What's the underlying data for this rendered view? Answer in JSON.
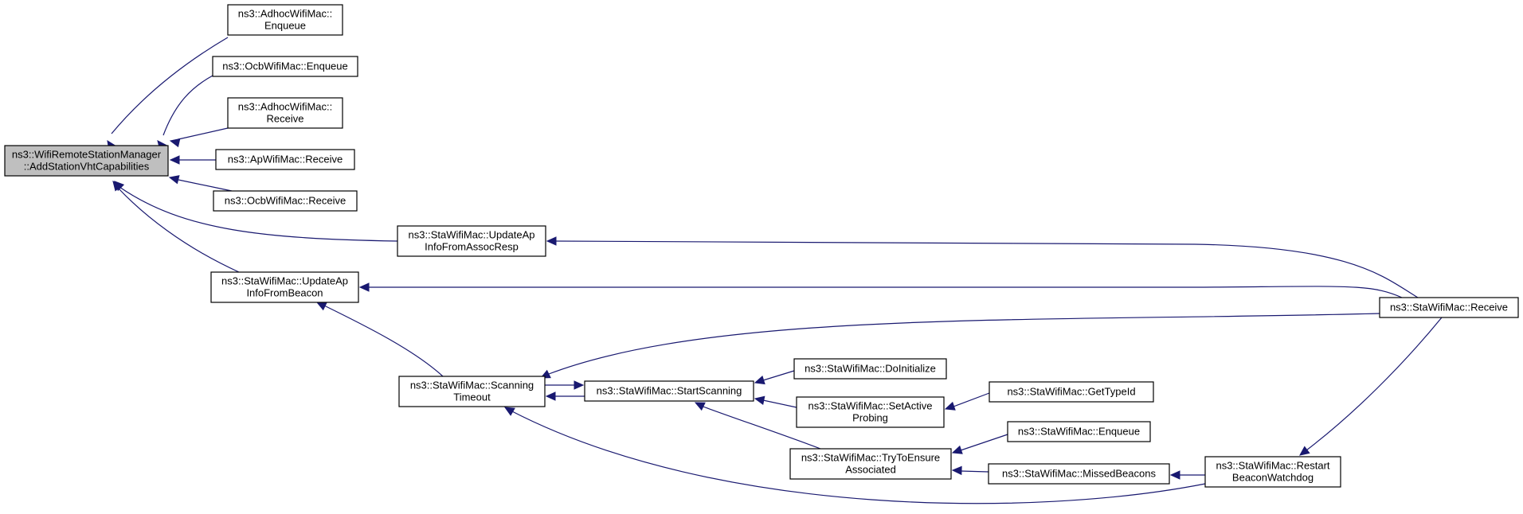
{
  "diagram": {
    "colors": {
      "edge": "#191970",
      "root_fill": "#bfbfbf",
      "node_fill": "#ffffff",
      "border": "#000000"
    },
    "nodes": [
      {
        "id": "root",
        "lines": [
          "ns3::WifiRemoteStationManager",
          "::AddStationVhtCapabilities"
        ],
        "highlighted": true
      },
      {
        "id": "adhoc_enqueue",
        "lines": [
          "ns3::AdhocWifiMac::",
          "Enqueue"
        ]
      },
      {
        "id": "ocb_enqueue",
        "lines": [
          "ns3::OcbWifiMac::Enqueue"
        ]
      },
      {
        "id": "adhoc_receive",
        "lines": [
          "ns3::AdhocWifiMac::",
          "Receive"
        ]
      },
      {
        "id": "ap_receive",
        "lines": [
          "ns3::ApWifiMac::Receive"
        ]
      },
      {
        "id": "ocb_receive",
        "lines": [
          "ns3::OcbWifiMac::Receive"
        ]
      },
      {
        "id": "sta_update_assoc",
        "lines": [
          "ns3::StaWifiMac::UpdateAp",
          "InfoFromAssocResp"
        ]
      },
      {
        "id": "sta_update_beacon",
        "lines": [
          "ns3::StaWifiMac::UpdateAp",
          "InfoFromBeacon"
        ]
      },
      {
        "id": "sta_receive",
        "lines": [
          "ns3::StaWifiMac::Receive"
        ]
      },
      {
        "id": "sta_scan_timeout",
        "lines": [
          "ns3::StaWifiMac::Scanning",
          "Timeout"
        ]
      },
      {
        "id": "sta_start_scanning",
        "lines": [
          "ns3::StaWifiMac::StartScanning"
        ]
      },
      {
        "id": "sta_doinitialize",
        "lines": [
          "ns3::StaWifiMac::DoInitialize"
        ]
      },
      {
        "id": "sta_set_active_probing",
        "lines": [
          "ns3::StaWifiMac::SetActive",
          "Probing"
        ]
      },
      {
        "id": "sta_gettypeid",
        "lines": [
          "ns3::StaWifiMac::GetTypeId"
        ]
      },
      {
        "id": "sta_try_ensure",
        "lines": [
          "ns3::StaWifiMac::TryToEnsure",
          "Associated"
        ]
      },
      {
        "id": "sta_enqueue",
        "lines": [
          "ns3::StaWifiMac::Enqueue"
        ]
      },
      {
        "id": "sta_missed_beacons",
        "lines": [
          "ns3::StaWifiMac::MissedBeacons"
        ]
      },
      {
        "id": "sta_restart_watchdog",
        "lines": [
          "ns3::StaWifiMac::Restart",
          "BeaconWatchdog"
        ]
      }
    ],
    "edges": [
      {
        "from": "adhoc_enqueue",
        "to": "root"
      },
      {
        "from": "ocb_enqueue",
        "to": "root"
      },
      {
        "from": "adhoc_receive",
        "to": "root"
      },
      {
        "from": "ap_receive",
        "to": "root"
      },
      {
        "from": "ocb_receive",
        "to": "root"
      },
      {
        "from": "sta_update_assoc",
        "to": "root"
      },
      {
        "from": "sta_update_beacon",
        "to": "root"
      },
      {
        "from": "sta_receive",
        "to": "sta_update_assoc"
      },
      {
        "from": "sta_receive",
        "to": "sta_update_beacon"
      },
      {
        "from": "sta_scan_timeout",
        "to": "sta_update_beacon"
      },
      {
        "from": "sta_receive",
        "to": "sta_scan_timeout"
      },
      {
        "from": "sta_start_scanning",
        "to": "sta_scan_timeout"
      },
      {
        "from": "sta_scan_timeout",
        "to": "sta_start_scanning"
      },
      {
        "from": "sta_doinitialize",
        "to": "sta_start_scanning"
      },
      {
        "from": "sta_set_active_probing",
        "to": "sta_start_scanning"
      },
      {
        "from": "sta_try_ensure",
        "to": "sta_start_scanning"
      },
      {
        "from": "sta_gettypeid",
        "to": "sta_set_active_probing"
      },
      {
        "from": "sta_enqueue",
        "to": "sta_try_ensure"
      },
      {
        "from": "sta_missed_beacons",
        "to": "sta_try_ensure"
      },
      {
        "from": "sta_restart_watchdog",
        "to": "sta_missed_beacons"
      },
      {
        "from": "sta_restart_watchdog",
        "to": "sta_scan_timeout"
      },
      {
        "from": "sta_receive",
        "to": "sta_restart_watchdog"
      }
    ]
  }
}
